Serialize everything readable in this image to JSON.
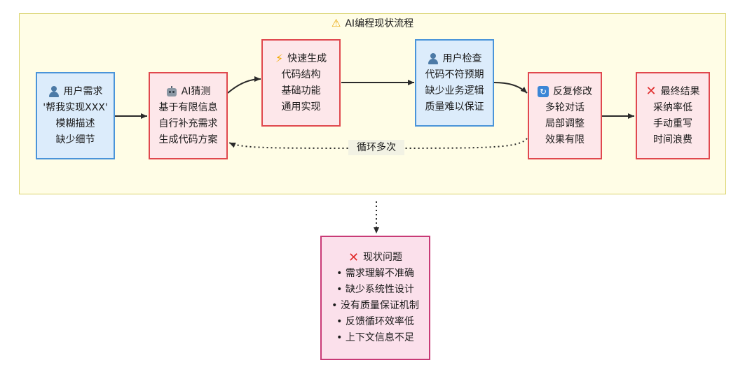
{
  "cluster": {
    "title": "AI编程现状流程",
    "icon": "warning-icon"
  },
  "nodes": {
    "user_request": {
      "icon": "user-icon",
      "title": "用户需求",
      "lines": [
        "'帮我实现XXX'",
        "模糊描述",
        "缺少细节"
      ]
    },
    "ai_guess": {
      "icon": "robot-icon",
      "title": "AI猜测",
      "lines": [
        "基于有限信息",
        "自行补充需求",
        "生成代码方案"
      ]
    },
    "quick_gen": {
      "icon": "lightning-icon",
      "title": "快速生成",
      "lines": [
        "代码结构",
        "基础功能",
        "通用实现"
      ]
    },
    "user_check": {
      "icon": "user-icon",
      "title": "用户检查",
      "lines": [
        "代码不符预期",
        "缺少业务逻辑",
        "质量难以保证"
      ]
    },
    "repeat_edit": {
      "icon": "repeat-icon",
      "title": "反复修改",
      "lines": [
        "多轮对话",
        "局部调整",
        "效果有限"
      ]
    },
    "final_result": {
      "icon": "cross-mark-icon",
      "title": "最终结果",
      "lines": [
        "采纳率低",
        "手动重写",
        "时间浪费"
      ]
    },
    "problems": {
      "icon": "cross-mark-icon",
      "title": "现状问题",
      "items": [
        "• 需求理解不准确",
        "• 缺少系统性设计",
        "• 没有质量保证机制",
        "• 反馈循环效率低",
        "• 上下文信息不足"
      ]
    }
  },
  "edges": {
    "loop_label": "循环多次"
  },
  "colors": {
    "cluster_fill": "#fffde6",
    "cluster_border": "#d9d26a",
    "blue_fill": "#dcecfb",
    "blue_border": "#4a94d9",
    "red_fill": "#fde7ea",
    "red_border": "#e0484e",
    "pink_fill": "#fbe0eb",
    "pink_border": "#c83a76"
  }
}
